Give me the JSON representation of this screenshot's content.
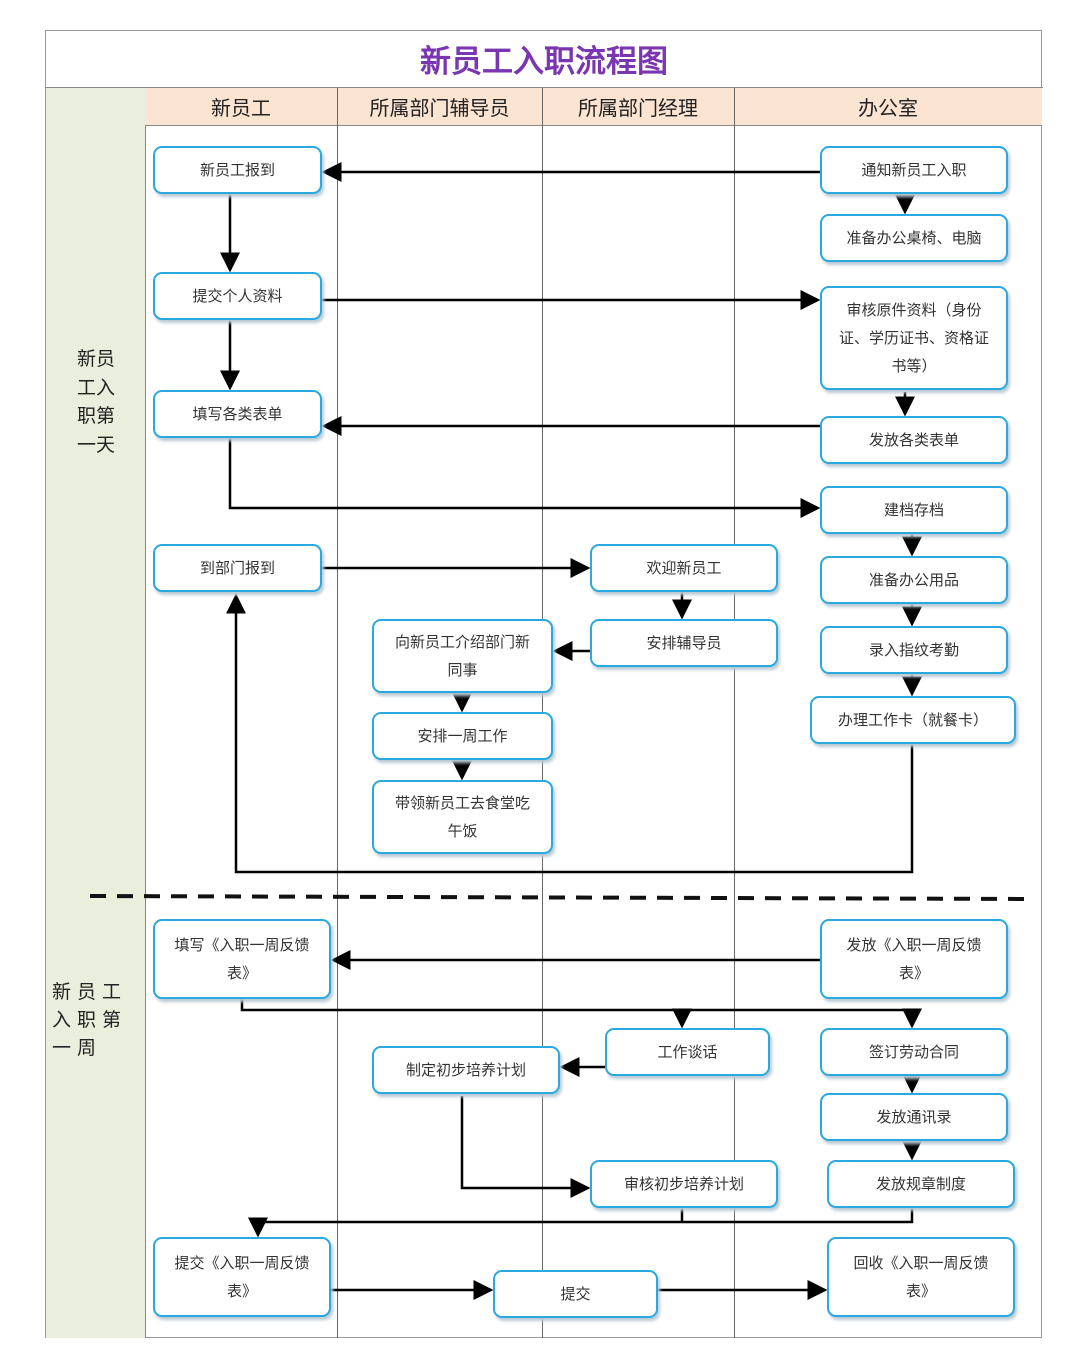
{
  "title": "新员工入职流程图",
  "headers": [
    "新员工",
    "所属部门辅导员",
    "所属部门经理",
    "办公室"
  ],
  "lanes": {
    "day1": "新员工入职第一天",
    "week1": "新员工入职第一周"
  },
  "day1_steps": {
    "report": "新员工报到",
    "notify": "通知新员工入职",
    "prepare_desk": "准备办公桌椅、电脑",
    "submit_info": "提交个人资料",
    "verify_docs": "审核原件资料（身份证、学历证书、资格证书等）",
    "fill_forms": "填写各类表单",
    "issue_forms": "发放各类表单",
    "archive": "建档存档",
    "dept_report": "到部门报到",
    "welcome": "欢迎新员工",
    "prepare_supplies": "准备办公用品",
    "introduce": "向新员工介绍部门新同事",
    "assign_mentor": "安排辅导员",
    "fingerprint": "录入指纹考勤",
    "work_card": "办理工作卡（就餐卡）",
    "week_plan": "安排一周工作",
    "lunch": "带领新员工去食堂吃午饭"
  },
  "week1_steps": {
    "fill_feedback": "填写《入职一周反馈表》",
    "issue_feedback": "发放《入职一周反馈表》",
    "talk": "工作谈话",
    "contract": "签订劳动合同",
    "plan": "制定初步培养计划",
    "contacts": "发放通讯录",
    "review_plan": "审核初步培养计划",
    "rules": "发放规章制度",
    "submit_feedback": "提交《入职一周反馈表》",
    "submit": "提交",
    "collect_feedback": "回收《入职一周反馈表》"
  },
  "colors": {
    "title": "#7a35b0",
    "header_bg": "#fce4d2",
    "side_bg": "#eaeedd",
    "box_border": "#2aa8e0"
  }
}
